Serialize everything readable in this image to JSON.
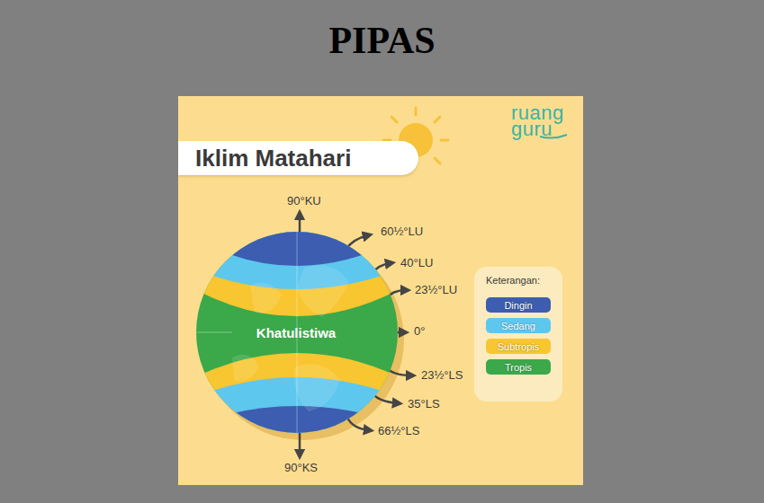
{
  "diagram": {
    "title": "PIPAS",
    "nodes": [
      {
        "text": [
          "Iklim Matahari"
        ]
      },
      {
        "text": [
          "Khatulistiwa"
        ]
      },
      {
        "text": [
          "Keterangan:"
        ]
      }
    ],
    "labels": [
      "ruang guru",
      "90°KU",
      "60½°LU",
      "40°LU",
      "23½°LU",
      "0°",
      "23½°LS",
      "35°LS",
      "66½°LS",
      "90°KS"
    ],
    "legend": [
      {
        "text": "Dingin",
        "color": "#3d5db0"
      },
      {
        "text": "Sedang",
        "color": "#5ec7ee"
      },
      {
        "text": "Subtropis",
        "color": "#f8c630"
      },
      {
        "text": "Tropis",
        "color": "#3ba84a"
      }
    ]
  }
}
